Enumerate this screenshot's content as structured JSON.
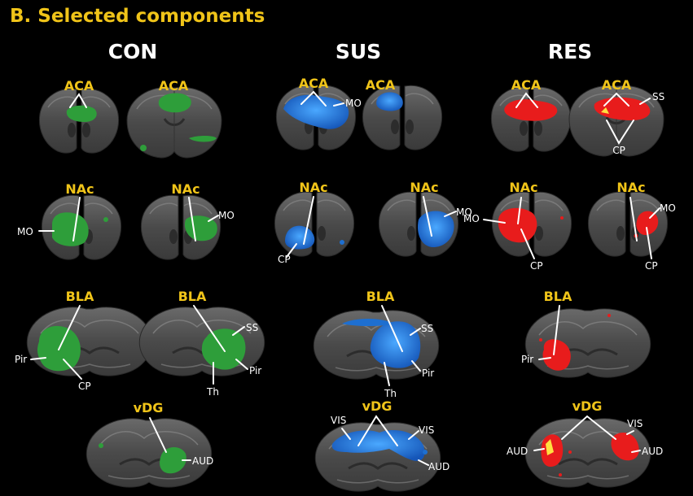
{
  "title": "B. Selected components",
  "columns": [
    "CON",
    "SUS",
    "RES"
  ],
  "regions": {
    "aca": "ACA",
    "nac": "NAc",
    "bla": "BLA",
    "vdg": "vDG"
  },
  "areas": {
    "mo": "MO",
    "cp": "CP",
    "ss": "SS",
    "pir": "Pir",
    "th": "Th",
    "aud": "AUD",
    "vis": "VIS"
  },
  "colors": {
    "title": "#f0c419",
    "con": "#2e9e3a",
    "sus": "#1e6fd0",
    "res": "#e81c1c",
    "res_hot": "#ffe040",
    "brain": "#4e4e4e"
  }
}
